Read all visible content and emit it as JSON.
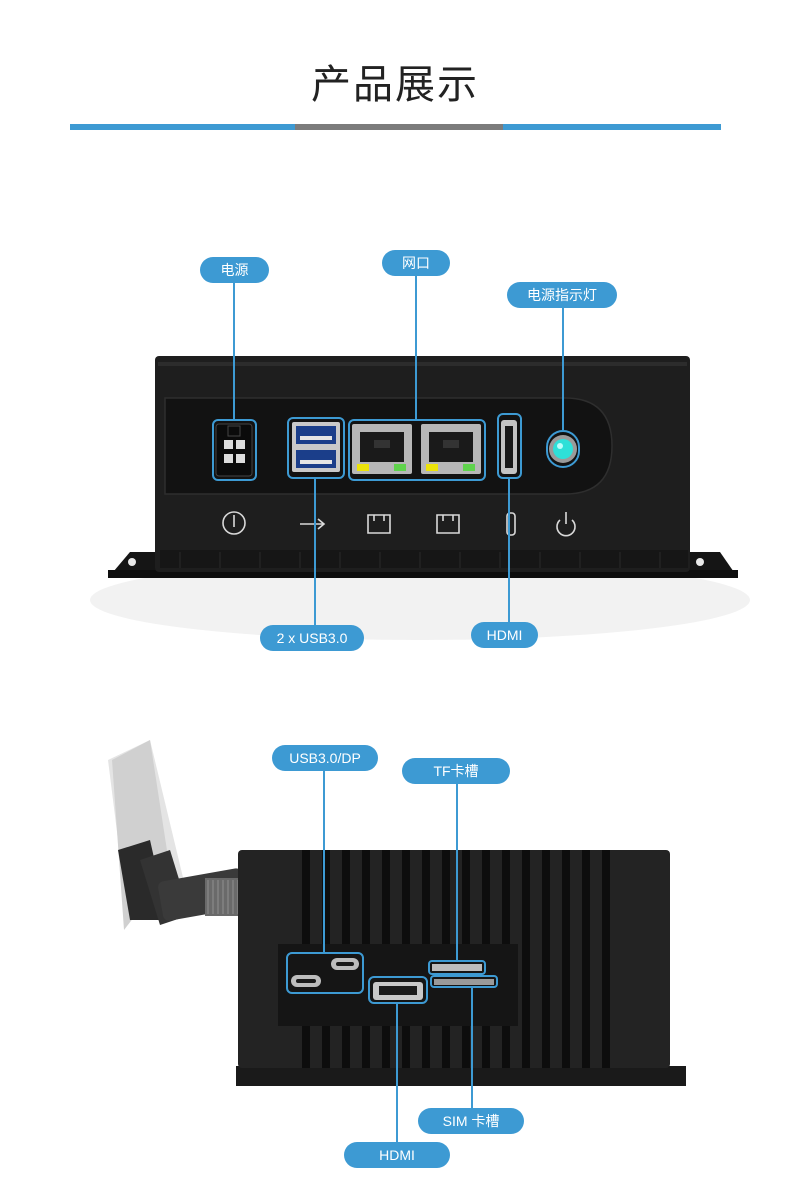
{
  "header": {
    "title": "产品展示"
  },
  "front_view": {
    "labels": {
      "power": "电源",
      "ethernet": "网口",
      "power_led": "电源指示灯",
      "usb": "2 x USB3.0",
      "hdmi": "HDMI"
    }
  },
  "side_view": {
    "labels": {
      "usb_dp": "USB3.0/DP",
      "tf_slot": "TF卡槽",
      "sim_slot": "SIM 卡槽",
      "hdmi": "HDMI"
    }
  },
  "colors": {
    "accent": "#3d9ad3",
    "divider_mid": "#7c7c7c",
    "device": "#1c1c1c"
  }
}
